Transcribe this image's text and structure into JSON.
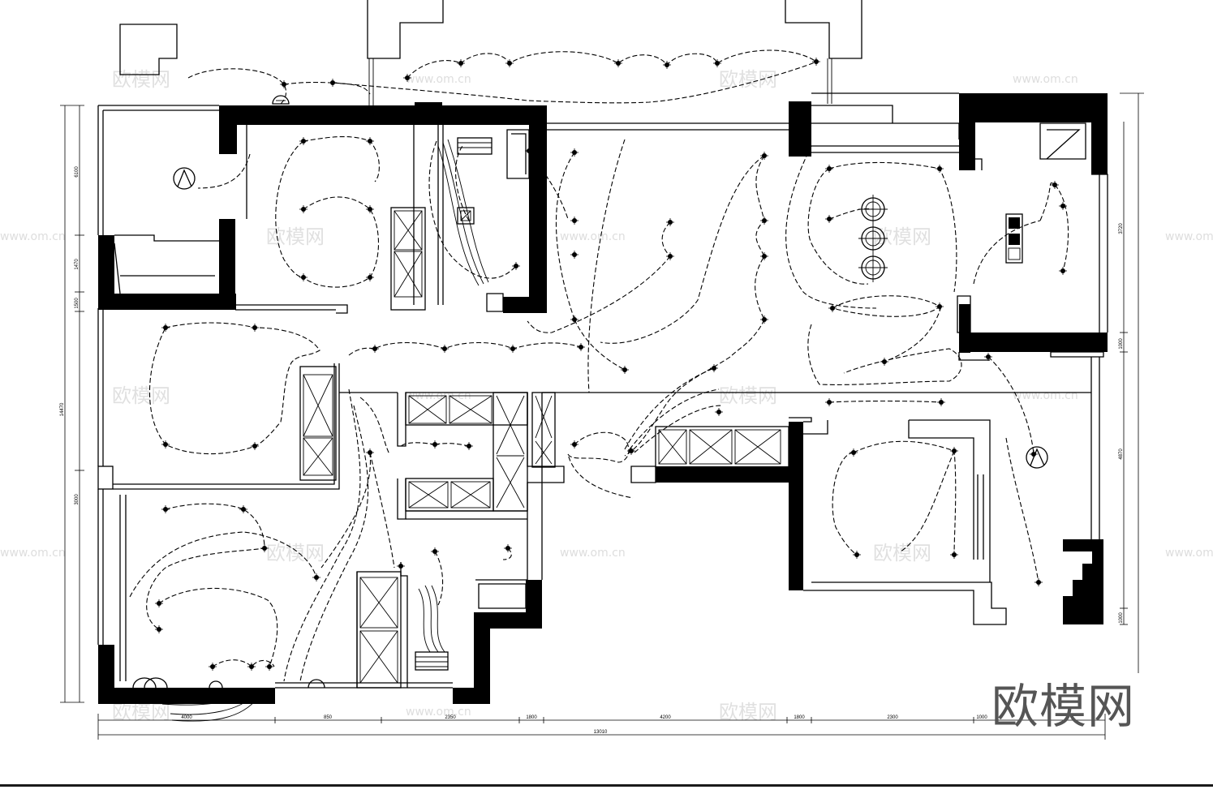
{
  "drawing": {
    "brand_logo": "欧模网",
    "watermark_text": "欧模网",
    "watermark_url": "www.om.cn",
    "dimensions": {
      "bottom_total": "13010",
      "bottom_segments": [
        "4000",
        "850",
        "2350",
        "1800",
        "4200",
        "1800",
        "2300",
        "1000"
      ],
      "left_total": "14470",
      "left_segments": [
        "6100",
        "1470",
        "1500",
        "3000"
      ],
      "right_segments": [
        "3720",
        "1000",
        "4870",
        "1000"
      ]
    }
  },
  "colors": {
    "line": "#000000",
    "watermark": "#c8c8c8",
    "brand": "#555555",
    "background": "#ffffff"
  }
}
